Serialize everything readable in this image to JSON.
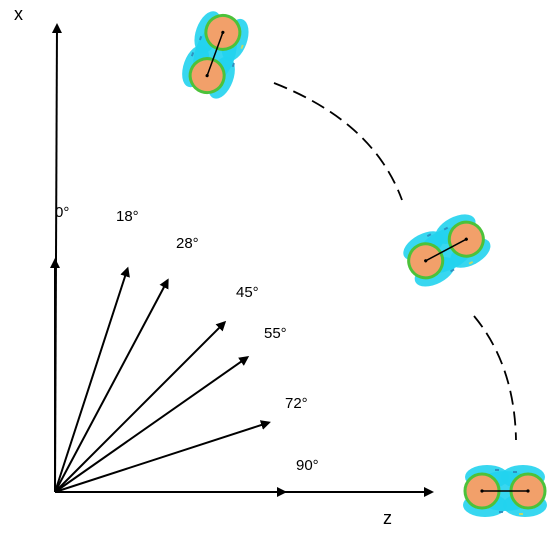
{
  "axes": {
    "x_label": "x",
    "z_label": "z"
  },
  "angles": [
    {
      "label": "0°",
      "deg": 0
    },
    {
      "label": "18°",
      "deg": 18
    },
    {
      "label": "28°",
      "deg": 28
    },
    {
      "label": "45°",
      "deg": 45
    },
    {
      "label": "55°",
      "deg": 55
    },
    {
      "label": "72°",
      "deg": 72
    },
    {
      "label": "90°",
      "deg": 90
    }
  ],
  "molecule_positions": [
    "top",
    "middle",
    "bottom"
  ],
  "colors": {
    "axis": "#000000",
    "cloud": "#22d3ee",
    "sphere_fill": "#f2a06a",
    "sphere_ring": "#4cc23a",
    "bond": "#000000"
  }
}
